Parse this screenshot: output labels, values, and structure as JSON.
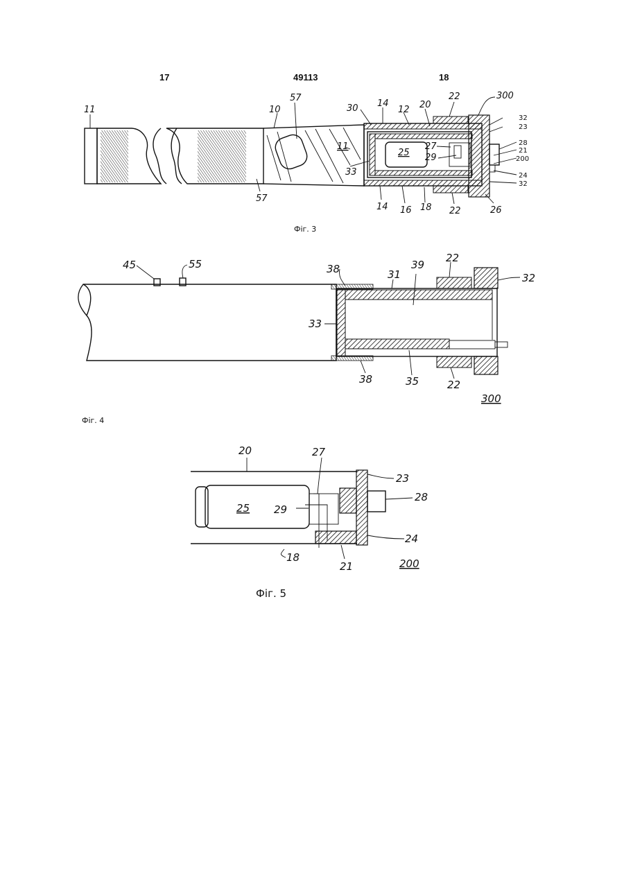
{
  "header": {
    "left": "17",
    "center": "49113",
    "right": "18"
  },
  "fig3": {
    "caption": "Фіг. 3",
    "labels": [
      "11",
      "57",
      "10",
      "30",
      "14",
      "12",
      "20",
      "22",
      "300",
      "32",
      "23",
      "28",
      "21",
      "200",
      "24",
      "32",
      "11",
      "33",
      "25",
      "27",
      "29",
      "57",
      "14",
      "16",
      "18",
      "22",
      "26"
    ]
  },
  "fig4": {
    "caption": "Фіг. 4",
    "labels": [
      "45",
      "55",
      "38",
      "31",
      "39",
      "22",
      "32",
      "33",
      "38",
      "35",
      "22",
      "300"
    ]
  },
  "fig5": {
    "caption": "Фіг. 5",
    "labels": [
      "20",
      "27",
      "23",
      "28",
      "25",
      "29",
      "24",
      "18",
      "21",
      "200"
    ]
  }
}
